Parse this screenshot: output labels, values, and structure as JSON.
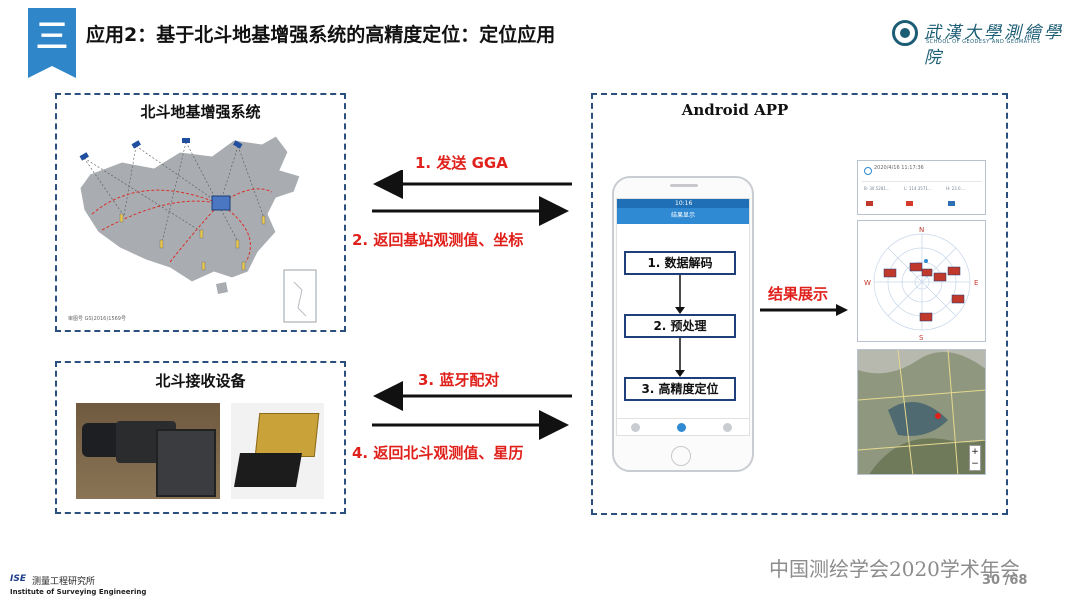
{
  "header": {
    "section_glyph": "三",
    "title": "应用2：基于北斗地基增强系统的高精度定位：定位应用",
    "logo_cn": "武漢大學測繪學院",
    "logo_en": "SCHOOL OF GEODESY AND GEOMATICS"
  },
  "left_top_box": {
    "title": "北斗地基增强系统",
    "map_caption": "审图号 GS(2016)1569号"
  },
  "left_bottom_box": {
    "title": "北斗接收设备"
  },
  "arrows": {
    "a1": "1. 发送 GGA",
    "a2": "2. 返回基站观测值、坐标",
    "a3": "3. 蓝牙配对",
    "a4": "4. 返回北斗观测值、星历",
    "result": "结果展示"
  },
  "right_box": {
    "title": "Android APP"
  },
  "phone": {
    "time": "10:16",
    "app_title": "结果显示",
    "steps": [
      "1. 数据解码",
      "2. 预处理",
      "3. 高精度定位"
    ]
  },
  "results": {
    "datetime": "2020/4/16 11:17:36",
    "coords": [
      "B: 30.5281...",
      "L: 114.3571...",
      "H: 23.0...."
    ],
    "skyplot_dirs": {
      "n": "N",
      "s": "S",
      "e": "E",
      "w": "W"
    },
    "map_zoom": [
      "+",
      "−"
    ]
  },
  "footer": {
    "conference": "中国测绘学会2020学术年会",
    "page": "30 /68",
    "org_tag": "ISE",
    "org_cn": "测量工程研究所",
    "org_en": "Institute of Surveying Engineering"
  },
  "colors": {
    "accent_blue": "#2f86c8",
    "arrow_red": "#e0201b",
    "box_border": "#2b4f7e"
  }
}
